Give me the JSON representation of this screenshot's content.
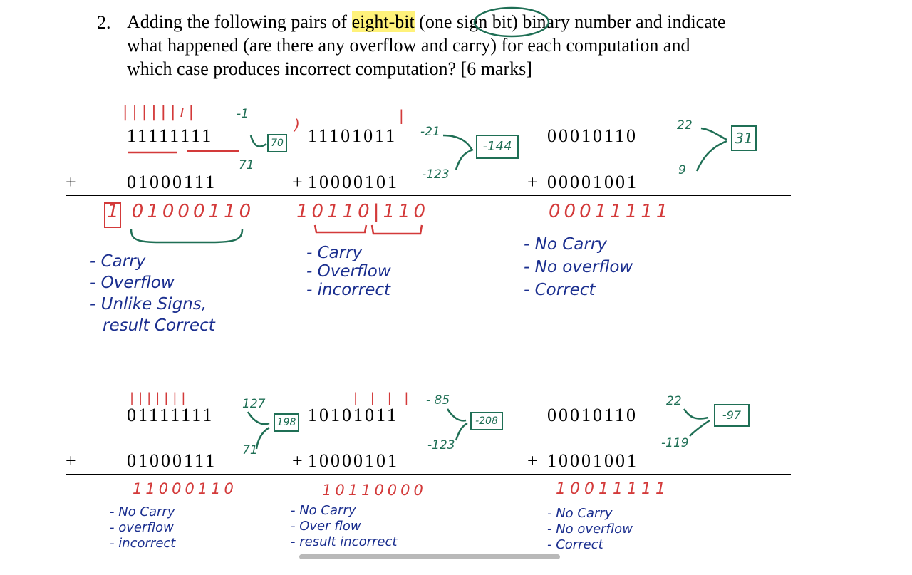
{
  "question": {
    "number": "2.",
    "line1_a": "Adding the following pairs of ",
    "line1_highlight": "eight-bit",
    "line1_b": " (one ",
    "line1_circled": "sign bit",
    "line1_c": ") binary number and indicate",
    "line2": "what happened (are there any overflow and carry) for each computation and",
    "line3": "which case produces incorrect computation? [6 marks]"
  },
  "row1": {
    "p1": {
      "top": "11111111",
      "bottom": "01000111",
      "op": "+",
      "carries": "||||||ı|",
      "top_dec": "-1",
      "bottom_dec": "71",
      "box": "70",
      "result": "1 01000110",
      "notes": [
        "- Carry",
        "- Overflow",
        "- Unlike Signs,",
        "result Correct"
      ]
    },
    "p2": {
      "top": "11101011",
      "bottom": "10000101",
      "op": "+",
      "carry_mark": "|",
      "top_dec": "-21",
      "bottom_dec": "-123",
      "box": "-144",
      "result": "10110|110",
      "notes": [
        "- Carry",
        "- Overflow",
        "- incorrect"
      ]
    },
    "p3": {
      "top": "00010110",
      "bottom": "00001001",
      "op": "+",
      "top_dec": "22",
      "bottom_dec": "9",
      "box": "31",
      "result": "00011111",
      "notes": [
        "- No Carry",
        "- No overflow",
        "- Correct"
      ]
    }
  },
  "row2": {
    "p1": {
      "top": "01111111",
      "bottom": "01000111",
      "op": "+",
      "carries": "|||||||",
      "top_dec": "127",
      "bottom_dec": "71",
      "box": "198",
      "result": "11000110",
      "notes": [
        "- No Carry",
        "- overflow",
        "- incorrect"
      ]
    },
    "p2": {
      "top": "10101011",
      "bottom": "10000101",
      "op": "+",
      "carries": "| | | |",
      "top_dec": "- 85",
      "bottom_dec": "-123",
      "box": "-208",
      "result": "10110000",
      "notes": [
        "- No Carry",
        "- Over flow",
        "- result incorrect"
      ]
    },
    "p3": {
      "top": "00010110",
      "bottom": "10001001",
      "op": "+",
      "top_dec": "22",
      "bottom_dec": "-119",
      "box": "-97",
      "result": "10011111",
      "notes": [
        "- No Carry",
        "- No overflow",
        "- Correct"
      ]
    }
  },
  "colors": {
    "red": "#d33a3a",
    "green": "#1f6f55",
    "blue": "#1b2f8f",
    "highlight": "#fff27a"
  }
}
